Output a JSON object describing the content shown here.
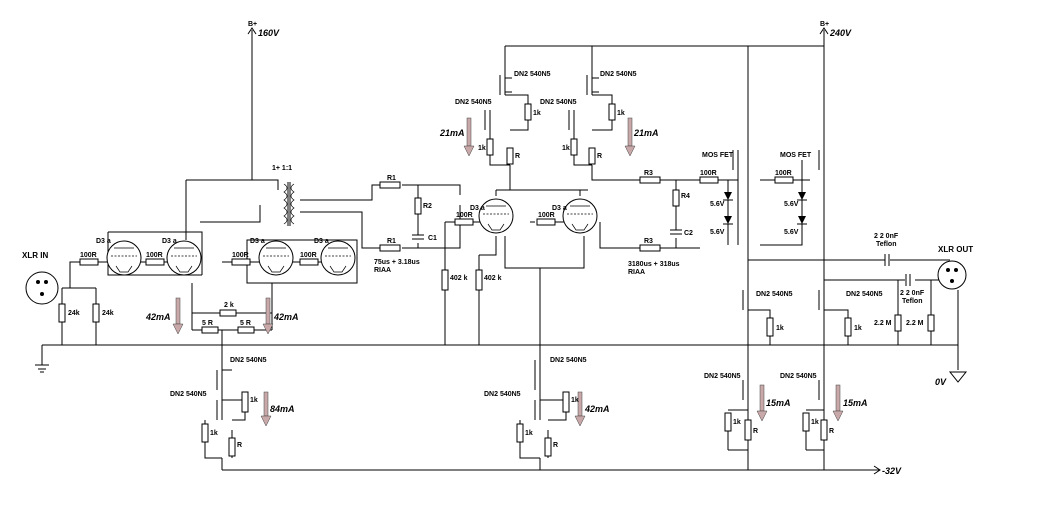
{
  "rails": {
    "b_plus_left": "B+",
    "v160": "160V",
    "b_plus_right": "B+",
    "v240": "240V",
    "neg32": "-32V",
    "zero_v": "0V"
  },
  "connectors": {
    "xlr_in": "XLR IN",
    "xlr_out": "XLR OUT"
  },
  "tubes": {
    "type": "D3a",
    "labels": [
      "D3 a",
      "D3 a",
      "D3 a",
      "D3 a",
      "D3 a",
      "D3 a"
    ]
  },
  "resistors": {
    "r100": "100R",
    "r24k": "24k",
    "r2k": "2 k",
    "r5": "5 R",
    "r1k": "1k",
    "r": "R",
    "r402k": "402 k",
    "r22m": "2.2 M",
    "R1": "R1",
    "R2": "R2",
    "R3": "R3",
    "R4": "R4"
  },
  "capacitors": {
    "C1": "C1",
    "C2": "C2",
    "c220nf": "2 2 0nF",
    "teflon": "Teflon"
  },
  "diodes": {
    "zener": "5.6V"
  },
  "transformer": {
    "ratio": "1+ 1:1"
  },
  "mosfets": {
    "dn2540": "DN2 540N5",
    "mosfet": "MOS FET"
  },
  "riaa": {
    "left_time": "75us + 3.18us",
    "right_time": "3180us + 318us",
    "label": "RIAA"
  },
  "currents": {
    "i21": "21mA",
    "i42": "42mA",
    "i84": "84mA",
    "i15": "15mA"
  }
}
